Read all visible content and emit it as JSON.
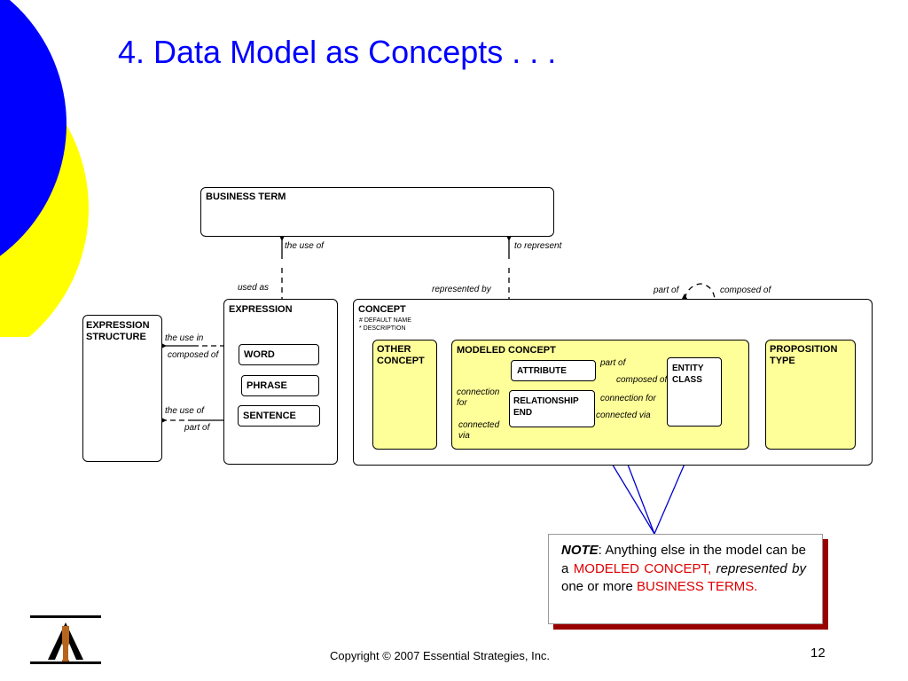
{
  "slide": {
    "title": "4.  Data Model as Concepts . . .",
    "copyright": "Copyright © 2007 Essential Strategies, Inc.",
    "page_number": "12"
  },
  "entities": {
    "business_term": "BUSINESS TERM",
    "expression": "EXPRESSION",
    "expression_structure": "EXPRESSION STRUCTURE",
    "word": "WORD",
    "phrase": "PHRASE",
    "sentence": "SENTENCE",
    "concept": "CONCEPT",
    "concept_attr_1": "#  DEFAULT NAME",
    "concept_attr_2": "*  DESCRIPTION",
    "other_concept": "OTHER CONCEPT",
    "modeled_concept": "MODELED CONCEPT",
    "attribute": "ATTRIBUTE",
    "relationship_end": "RELATIONSHIP END",
    "entity_class": "ENTITY CLASS",
    "proposition_type": "PROPOSITION TYPE"
  },
  "relationships": {
    "the_use_of_top": "the use of",
    "to_represent": "to represent",
    "used_as": "used as",
    "represented_by": "represented by",
    "part_of_top": "part of",
    "composed_of_top": "composed of",
    "the_use_in": "the use in",
    "composed_of_left": "composed of",
    "the_use_of_left": "the use of",
    "part_of_left": "part of",
    "part_of_attr": "part of",
    "composed_of_entity": "composed of",
    "connection_for_left": "connection for",
    "connected_via_left": "connected via",
    "connection_for_right": "connection for",
    "connected_via_right": "connected via"
  },
  "note": {
    "label": "NOTE",
    "colon": ":  Anything else in the model can be a ",
    "highlight_1": "MODELED CONCEPT,",
    "italic": " represented by",
    "mid": " one or more ",
    "highlight_2": "BUSINESS TERMS."
  },
  "colors": {
    "title": "#0000ff",
    "entity_fill": "#ffff99",
    "highlight": "#e00000",
    "note_shadow": "#990000",
    "logo_circle_outer": "#0000ff",
    "logo_circle_inner": "#ffff00",
    "pointer_lines": "#0000cc"
  },
  "icons": {
    "logo": "essential-strategies-logo-icon",
    "decor": "blue-yellow-circle-decor"
  }
}
